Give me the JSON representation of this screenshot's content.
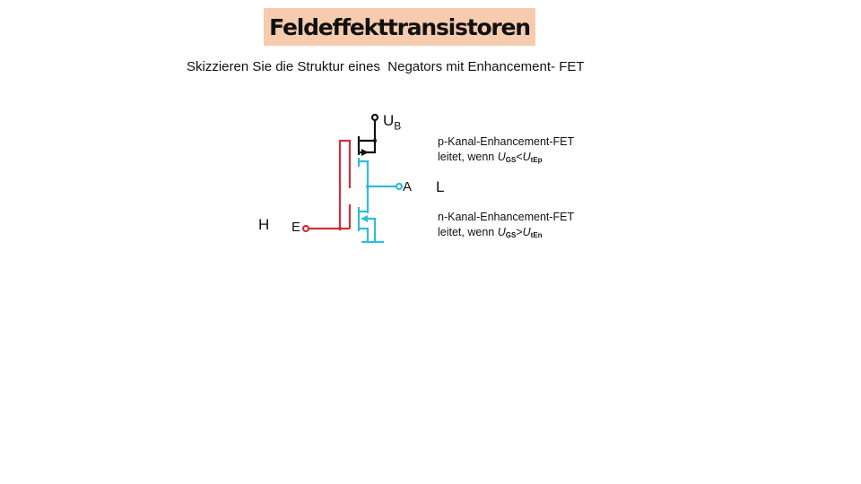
{
  "slide": {
    "title": "Feldeffekttransistoren",
    "subtitle": "Skizzieren Sie die Struktur eines  Negators mit Enhancement- FET",
    "colors": {
      "title_background": "#f6cbae",
      "input_wire": "#d0303a",
      "n_side_wire": "#33bbdd",
      "supply_wire": "#111111"
    }
  },
  "circuit": {
    "supply_label": "U",
    "supply_sub": "B",
    "output_label": "A",
    "input_label": "E",
    "input_state": "H",
    "output_state": "L"
  },
  "notes": {
    "p_fet": {
      "line1": "p-Kanal-Enhancement-FET",
      "line2_prefix": "leitet, wenn ",
      "var1": "U",
      "var1_sub": "GS",
      "op": "<",
      "var2": "U",
      "var2_sub": "tEp"
    },
    "n_fet": {
      "line1": "n-Kanal-Enhancement-FET",
      "line2_prefix": "leitet, wenn ",
      "var1": "U",
      "var1_sub": "GS",
      "op": ">",
      "var2": "U",
      "var2_sub": "tEn"
    }
  }
}
